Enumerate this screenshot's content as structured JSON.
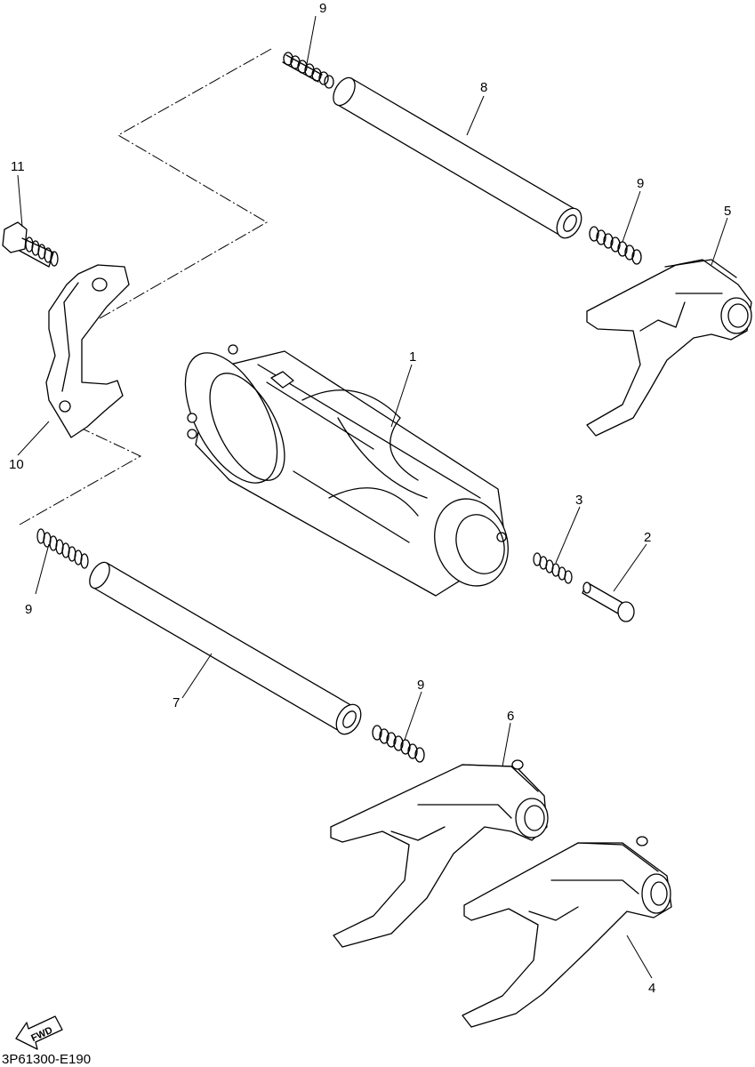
{
  "diagram": {
    "part_labels": {
      "p1": "1",
      "p2": "2",
      "p3": "3",
      "p4": "4",
      "p5": "5",
      "p6": "6",
      "p7": "7",
      "p8": "8",
      "p9a": "9",
      "p9b": "9",
      "p9c": "9",
      "p9d": "9",
      "p10": "10",
      "p11": "11"
    },
    "direction_badge": "FWD",
    "catalog_code": "3P61300-E190"
  }
}
